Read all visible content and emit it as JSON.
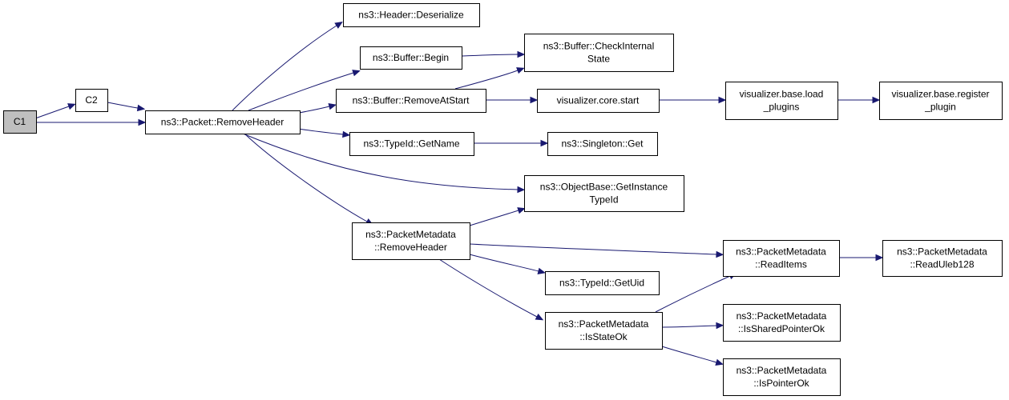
{
  "colors": {
    "edge": "#191970",
    "root_fill": "#bfbfbf",
    "node_fill": "#ffffff",
    "node_border": "#000000"
  },
  "nodes": {
    "c1": [
      "C1"
    ],
    "c2": [
      "C2"
    ],
    "packet_removeheader": [
      "ns3::Packet::RemoveHeader"
    ],
    "header_deserialize": [
      "ns3::Header::Deserialize"
    ],
    "buffer_begin": [
      "ns3::Buffer::Begin"
    ],
    "buffer_checkinternalstate": [
      "ns3::Buffer::CheckInternal",
      "State"
    ],
    "buffer_removeatstart": [
      "ns3::Buffer::RemoveAtStart"
    ],
    "visualizer_core_start": [
      "visualizer.core.start"
    ],
    "visualizer_base_load_plugins": [
      "visualizer.base.load",
      "_plugins"
    ],
    "visualizer_base_register_plugin": [
      "visualizer.base.register",
      "_plugin"
    ],
    "typeid_getname": [
      "ns3::TypeId::GetName"
    ],
    "singleton_get": [
      "ns3::Singleton::Get"
    ],
    "objectbase_getinstancetypeid": [
      "ns3::ObjectBase::GetInstance",
      "TypeId"
    ],
    "packetmetadata_removeheader": [
      "ns3::PacketMetadata",
      "::RemoveHeader"
    ],
    "packetmetadata_readitems": [
      "ns3::PacketMetadata",
      "::ReadItems"
    ],
    "packetmetadata_readuleb128": [
      "ns3::PacketMetadata",
      "::ReadUleb128"
    ],
    "typeid_getuid": [
      "ns3::TypeId::GetUid"
    ],
    "packetmetadata_isstateok": [
      "ns3::PacketMetadata",
      "::IsStateOk"
    ],
    "packetmetadata_issharedpointerok": [
      "ns3::PacketMetadata",
      "::IsSharedPointerOk"
    ],
    "packetmetadata_ispointerok": [
      "ns3::PacketMetadata",
      "::IsPointerOk"
    ]
  },
  "edges": [
    [
      "c1",
      "c2"
    ],
    [
      "c1",
      "packet_removeheader"
    ],
    [
      "c2",
      "packet_removeheader"
    ],
    [
      "packet_removeheader",
      "header_deserialize"
    ],
    [
      "packet_removeheader",
      "buffer_begin"
    ],
    [
      "packet_removeheader",
      "buffer_removeatstart"
    ],
    [
      "packet_removeheader",
      "typeid_getname"
    ],
    [
      "packet_removeheader",
      "objectbase_getinstancetypeid"
    ],
    [
      "packet_removeheader",
      "packetmetadata_removeheader"
    ],
    [
      "buffer_begin",
      "buffer_checkinternalstate"
    ],
    [
      "buffer_removeatstart",
      "buffer_checkinternalstate"
    ],
    [
      "buffer_removeatstart",
      "visualizer_core_start"
    ],
    [
      "visualizer_core_start",
      "visualizer_base_load_plugins"
    ],
    [
      "visualizer_base_load_plugins",
      "visualizer_base_register_plugin"
    ],
    [
      "typeid_getname",
      "singleton_get"
    ],
    [
      "packetmetadata_removeheader",
      "objectbase_getinstancetypeid"
    ],
    [
      "packetmetadata_removeheader",
      "packetmetadata_readitems"
    ],
    [
      "packetmetadata_removeheader",
      "typeid_getuid"
    ],
    [
      "packetmetadata_removeheader",
      "packetmetadata_isstateok"
    ],
    [
      "packetmetadata_readitems",
      "packetmetadata_readuleb128"
    ],
    [
      "packetmetadata_isstateok",
      "packetmetadata_readitems"
    ],
    [
      "packetmetadata_isstateok",
      "packetmetadata_issharedpointerok"
    ],
    [
      "packetmetadata_isstateok",
      "packetmetadata_ispointerok"
    ]
  ]
}
